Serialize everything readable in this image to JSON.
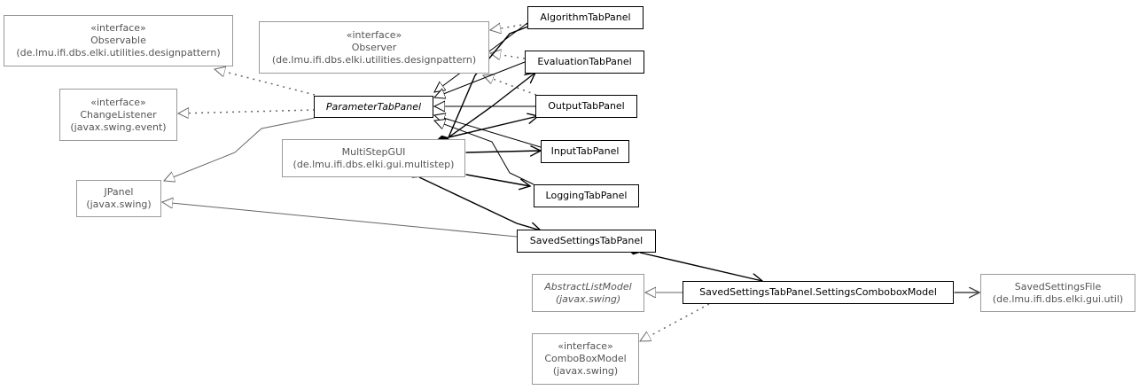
{
  "classes": {
    "observable": {
      "stereotype": "«interface»",
      "name": "Observable",
      "package": "(de.lmu.ifi.dbs.elki.utilities.designpattern)"
    },
    "observer": {
      "stereotype": "«interface»",
      "name": "Observer",
      "package": "(de.lmu.ifi.dbs.elki.utilities.designpattern)"
    },
    "change_listener": {
      "stereotype": "«interface»",
      "name": "ChangeListener",
      "package": "(javax.swing.event)"
    },
    "jpanel": {
      "name": "JPanel",
      "package": "(javax.swing)"
    },
    "parameter_tab_panel": {
      "name": "ParameterTabPanel"
    },
    "multi_step_gui": {
      "name": "MultiStepGUI",
      "package": "(de.lmu.ifi.dbs.elki.gui.multistep)"
    },
    "algorithm_tab_panel": {
      "name": "AlgorithmTabPanel"
    },
    "evaluation_tab_panel": {
      "name": "EvaluationTabPanel"
    },
    "output_tab_panel": {
      "name": "OutputTabPanel"
    },
    "input_tab_panel": {
      "name": "InputTabPanel"
    },
    "logging_tab_panel": {
      "name": "LoggingTabPanel"
    },
    "saved_settings_tab_panel": {
      "name": "SavedSettingsTabPanel"
    },
    "settings_combobox_model": {
      "name": "SavedSettingsTabPanel.SettingsComboboxModel"
    },
    "abstract_list_model": {
      "name": "AbstractListModel",
      "package": "(javax.swing)"
    },
    "saved_settings_file": {
      "name": "SavedSettingsFile",
      "package": "(de.lmu.ifi.dbs.elki.gui.util)"
    },
    "combo_box_model": {
      "stereotype": "«interface»",
      "name": "ComboBoxModel",
      "package": "(javax.swing)"
    }
  }
}
